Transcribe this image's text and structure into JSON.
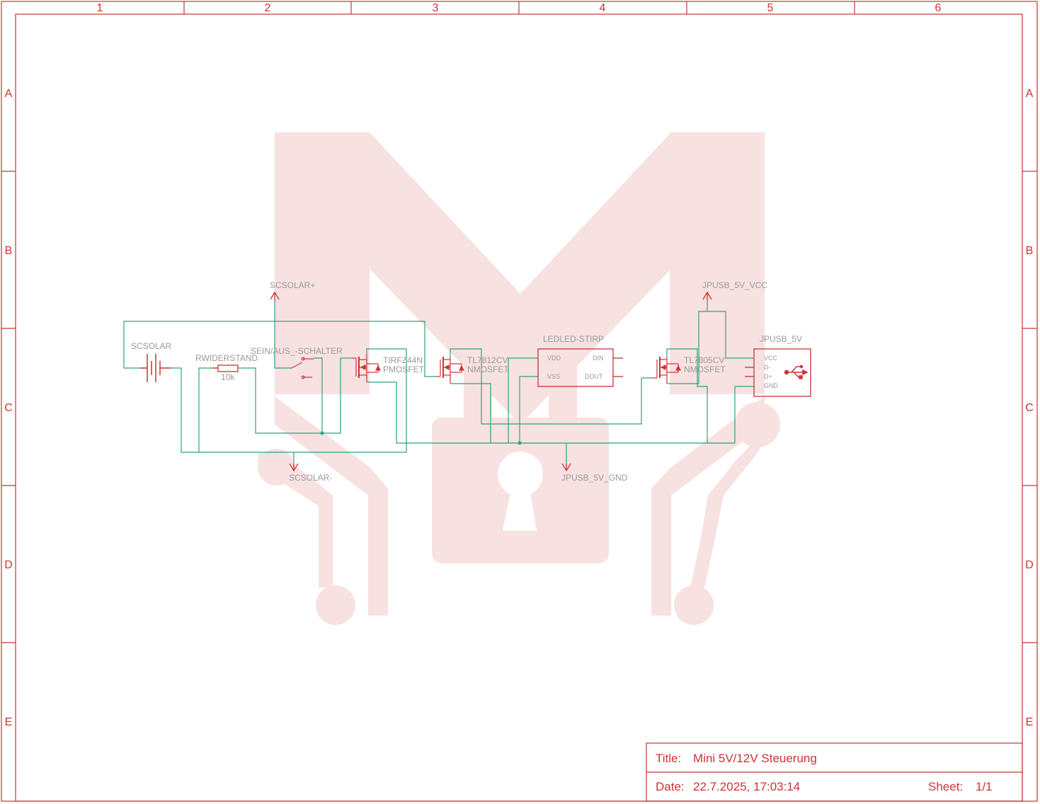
{
  "colors": {
    "frame": "#cc3333",
    "wire": "#2aa57a",
    "part": "#cc3333",
    "label": "#9a9a9a",
    "watermark": "#f7e1e1"
  },
  "frame": {
    "columns": [
      "1",
      "2",
      "3",
      "4",
      "5",
      "6"
    ],
    "rows": [
      "A",
      "B",
      "C",
      "D",
      "E"
    ]
  },
  "labels": {
    "scsolar_plus": "SCSOLAR+",
    "scsolar": "SCSOLAR",
    "rwiderstand": "RWIDERSTAND",
    "r_value": "10k",
    "sein_schalter": "SEIN/AUS_-SCHALTER",
    "tirfz44n": "TIRFZ44N",
    "pmosfet": "PMOSFET",
    "tl7812cv": "TL7812CV",
    "nmosfet_1": "NMOSFET",
    "ledled_stirp": "LEDLED-STIRP",
    "tl7805cv": "TL7805CV",
    "nmosfet_2": "NMOSFET",
    "jpusb_5v_vcc": "JPUSB_5V_VCC",
    "jpusb_5v": "JPUSB_5V",
    "scsolar_minus": "SCSOLAR-",
    "jpusb_5v_gnd": "JPUSB_5V_GND"
  },
  "pins": {
    "led": {
      "vdd": "VDD",
      "din": "DIN",
      "vss": "VSS",
      "dout": "DOUT"
    },
    "usb": {
      "vcc": "VCC",
      "dminus": "D-",
      "dplus": "D+",
      "gnd": "GND"
    }
  },
  "title_block": {
    "title_label": "Title:",
    "title_value": "Mini 5V/12V Steuerung",
    "date_label": "Date:",
    "date_value": "22.7.2025, 17:03:14",
    "sheet_label": "Sheet:",
    "sheet_value": "1/1"
  }
}
